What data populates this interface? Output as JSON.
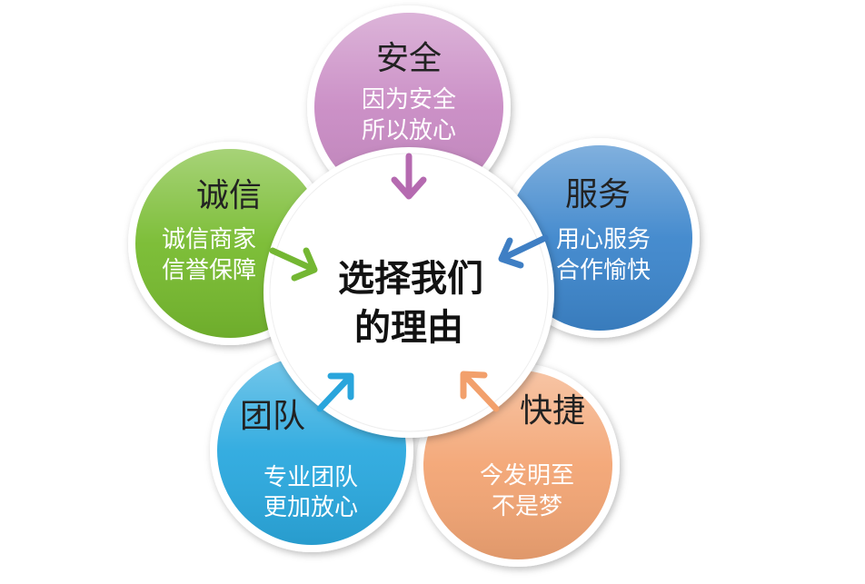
{
  "center": {
    "line1": "选择我们",
    "line2": "的理由"
  },
  "petals": [
    {
      "title": "安全",
      "line1": "因为安全",
      "line2": "所以放心",
      "color": "#c98bc4",
      "arrow_color": "#b56ab0"
    },
    {
      "title": "服务",
      "line1": "用心服务",
      "line2": "合作愉快",
      "color": "#3d86cc",
      "arrow_color": "#3f7fc4"
    },
    {
      "title": "快捷",
      "line1": "今发明至",
      "line2": "不是梦",
      "color": "#f3a574",
      "arrow_color": "#f2a06c"
    },
    {
      "title": "团队",
      "line1": "专业团队",
      "line2": "更加放心",
      "color": "#2ba9df",
      "arrow_color": "#29a5dc"
    },
    {
      "title": "诚信",
      "line1": "诚信商家",
      "line2": "信誉保障",
      "color": "#77bb2f",
      "arrow_color": "#74b733"
    }
  ]
}
